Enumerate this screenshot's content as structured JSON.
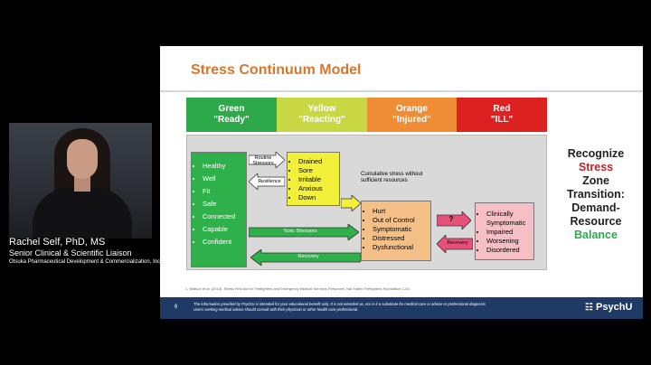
{
  "presenter": {
    "name": "Rachel Self, PhD, MS",
    "title": "Senior Clinical & Scientific Liaison",
    "org": "Otsuka Pharmaceutical Development & Commercialization, Inc."
  },
  "slide": {
    "title": "Stress Continuum Model",
    "zones": [
      {
        "name": "Green",
        "label": "\"Ready\""
      },
      {
        "name": "Yellow",
        "label": "\"Reacting\""
      },
      {
        "name": "Orange",
        "label": "\"Injured\""
      },
      {
        "name": "Red",
        "label": "\"ILL\""
      }
    ],
    "green_items": [
      "Healthy",
      "Well",
      "Fit",
      "Safe",
      "Connected",
      "Capable",
      "Confident"
    ],
    "yellow_items": [
      "Drained",
      "Sore",
      "Irritable",
      "Anxious",
      "Down"
    ],
    "orange_items": [
      "Hurt",
      "Out of Control",
      "Symptomatic",
      "Distressed",
      "Dysfunctional"
    ],
    "red_items": [
      "Clinically Symptomatic",
      "Impaired",
      "Worsening",
      "Disordered"
    ],
    "arrows": {
      "routine": "Routine Stressors",
      "resilience": "Resilience",
      "toxic": "Toxic Stressors",
      "recovery": "Recovery",
      "question": "?",
      "recovery2": "Recovery"
    },
    "cumulative": "Cumulative stress without sufficient resources",
    "right_text": {
      "line1": "Recognize",
      "line2": "Stress",
      "line3": "Zone",
      "line4": "Transition:",
      "line5": "Demand-",
      "line6": "Resource",
      "line7": "Balance"
    },
    "footnote": "1.        Watson et al. (2013). Stress First Aid for Firefighters and Emergency Medical Services Personnel. Nat Fallen Firefighters Foundation 1-40.",
    "page_number": "6",
    "disclaimer": "The information provided by PsychU is intended for your educational benefit only. It is not intended as, nor is it a substitute for medical care or advice or professional diagnosis. Users seeking medical advice should consult with their physician or other health care professional.",
    "logo": "PsychU"
  },
  "colors": {
    "title": "#d9762b",
    "stress": "#c0212a",
    "balance": "#2da84a",
    "footer": "#203a66"
  }
}
